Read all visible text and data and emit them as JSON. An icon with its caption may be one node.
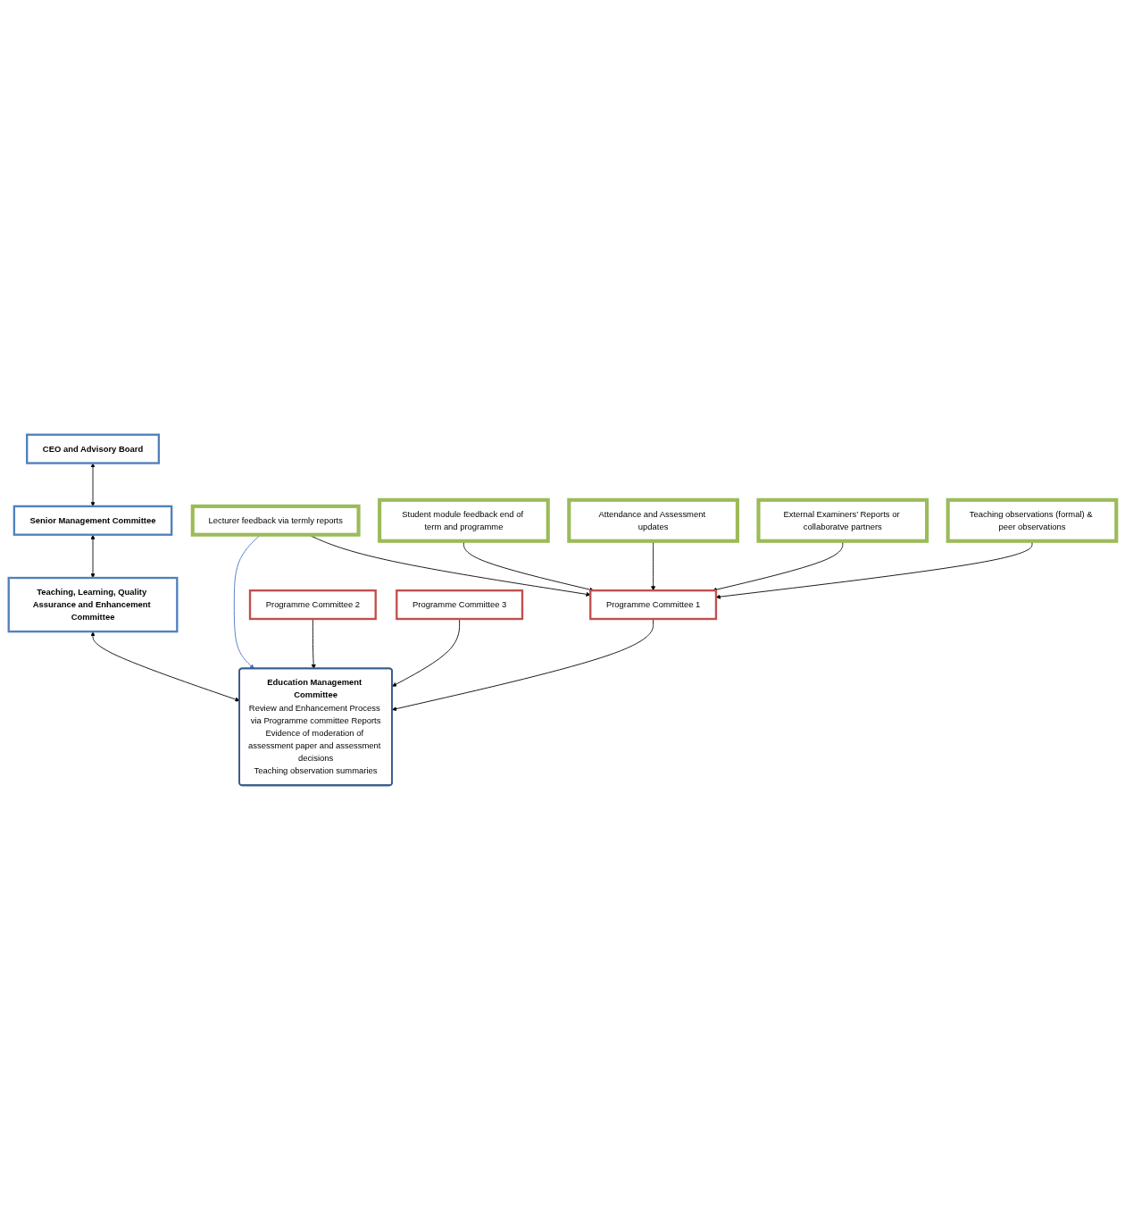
{
  "diagram": {
    "nodes": [
      {
        "text": [
          "CEO and Advisory Board"
        ]
      },
      {
        "text": [
          "Senior Management Committee"
        ]
      },
      {
        "text": [
          "Teaching, Learning, Quality Assurance and Enhancement Committee"
        ]
      },
      {
        "text": [
          "Education Management Committee",
          "Review and Enhancement Process via Programme committee Reports",
          "Evidence of moderation of assessment paper and assessment decisions",
          "Teaching observation summaries"
        ]
      },
      {
        "text": [
          "Programme Committee 1"
        ]
      },
      {
        "text": [
          "Programme Committee 2"
        ]
      },
      {
        "text": [
          "Programme Committee 3"
        ]
      },
      {
        "text": [
          "Lecturer feedback via termly reports"
        ]
      },
      {
        "text": [
          "Student module feedback end of term and programme"
        ]
      },
      {
        "text": [
          "Attendance and Assessment updates"
        ]
      },
      {
        "text": [
          "External Examiners’ Reports or collaboratve partners"
        ]
      },
      {
        "text": [
          "Teaching observations (formal) & peer observations"
        ]
      }
    ],
    "edges": [
      {
        "from": 0,
        "to": 1,
        "arrow": "both"
      },
      {
        "from": 1,
        "to": 2,
        "arrow": "both"
      },
      {
        "from": 2,
        "to": 3,
        "arrow": "both"
      },
      {
        "from": 4,
        "to": 3,
        "arrow": "to"
      },
      {
        "from": 5,
        "to": 3,
        "arrow": "to"
      },
      {
        "from": 6,
        "to": 3,
        "arrow": "to"
      },
      {
        "from": 7,
        "to": 4,
        "arrow": "to"
      },
      {
        "from": 8,
        "to": 4,
        "arrow": "to"
      },
      {
        "from": 9,
        "to": 4,
        "arrow": "to"
      },
      {
        "from": 10,
        "to": 4,
        "arrow": "to"
      },
      {
        "from": 11,
        "to": 4,
        "arrow": "to"
      },
      {
        "from": 7,
        "to": 3,
        "arrow": "to",
        "color": "#4472c4"
      }
    ]
  }
}
